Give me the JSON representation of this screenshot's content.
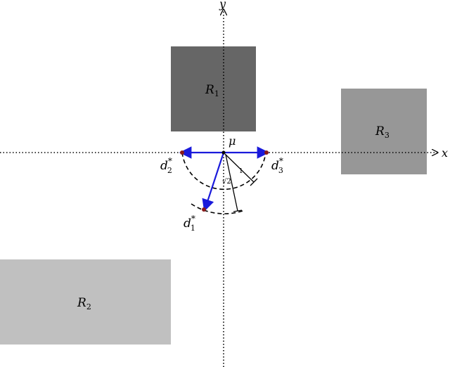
{
  "axes": {
    "x_label": "x",
    "y_label": "y"
  },
  "regions": [
    {
      "name": "R",
      "sub": "1",
      "color": "#666666"
    },
    {
      "name": "R",
      "sub": "2",
      "color": "#c0c0c0"
    },
    {
      "name": "R",
      "sub": "3",
      "color": "#979797"
    }
  ],
  "mu_label": "μ",
  "directions": [
    {
      "name": "d",
      "sup": "*",
      "sub": "1"
    },
    {
      "name": "d",
      "sup": "*",
      "sub": "2"
    },
    {
      "name": "d",
      "sup": "*",
      "sub": "3"
    }
  ],
  "measures": {
    "unit_label": "1",
    "sqrt_label": "√2"
  },
  "colors": {
    "arrow": "#1a1adb",
    "endpoint": "#8b1a1a",
    "axis": "#000000"
  }
}
